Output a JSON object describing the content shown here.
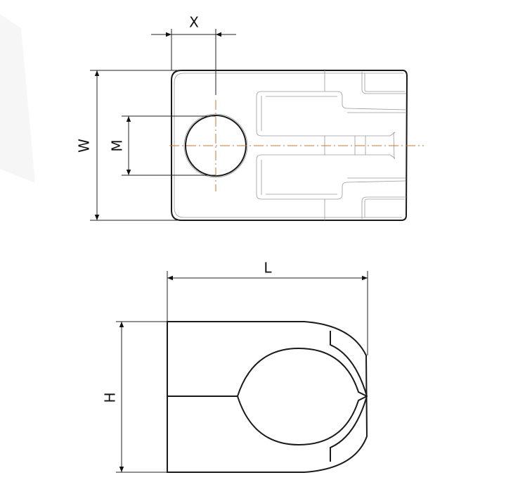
{
  "drawing": {
    "top_view": {
      "labels": {
        "x": "X",
        "w": "W",
        "m": "M"
      }
    },
    "side_view": {
      "labels": {
        "l": "L",
        "h": "H"
      }
    },
    "colors": {
      "outline": "#1a1a1a",
      "centerline": "#c07a3c",
      "detail": "#9a9a9a"
    }
  }
}
